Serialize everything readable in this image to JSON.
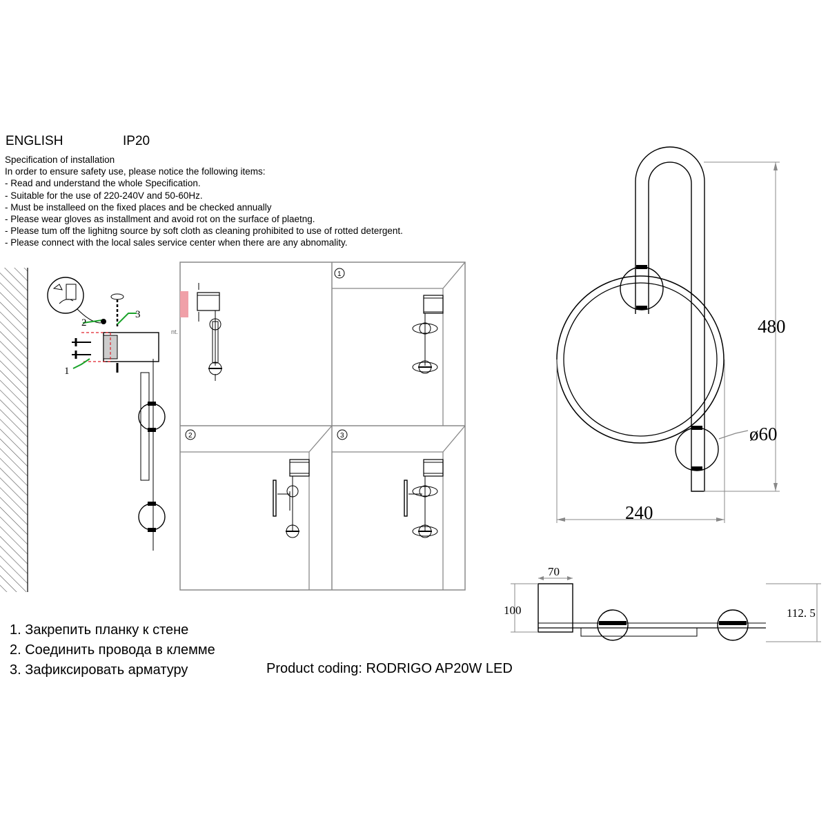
{
  "header": {
    "language": "ENGLISH",
    "ip_rating": "IP20"
  },
  "spec": {
    "title": "Specification of installation",
    "intro": "In order to ensure safety use, please notice the following items:",
    "items": [
      "- Read and understand the whole Specification.",
      "- Suitable for the use of 220-240V and 50-60Hz.",
      "- Must be installeed on the fixed places and be checked annually",
      "- Please wear gloves as installment and avoid rot on the surface of plaetng.",
      "- Please tum off the lighitng source by soft cloth as cleaning prohibited to use of rotted detergent.",
      "- Please connect with the local sales service center when there are any abnomality."
    ]
  },
  "callouts": {
    "c1": "1",
    "c2": "2",
    "c3": "3"
  },
  "panels": {
    "p1": "1",
    "p2": "2",
    "p3": "3",
    "cut_text": "nt."
  },
  "dimensions": {
    "height": "480",
    "width": "240",
    "diameter": "ø60",
    "depth": "70",
    "base_height": "100",
    "total_depth": "112. 5"
  },
  "steps_ru": [
    "1. Закрепить планку к стене",
    "2. Соединить провода в клемме",
    "3. Зафиксировать арматуру"
  ],
  "product": {
    "coding": "Product coding: RODRIGO AP20W LED"
  },
  "colors": {
    "line": "#000000",
    "callout_green": "#1aa32a",
    "callout_red": "#e0202a",
    "bracket_pink": "#f0a0a8",
    "frame_gray": "#888888"
  }
}
